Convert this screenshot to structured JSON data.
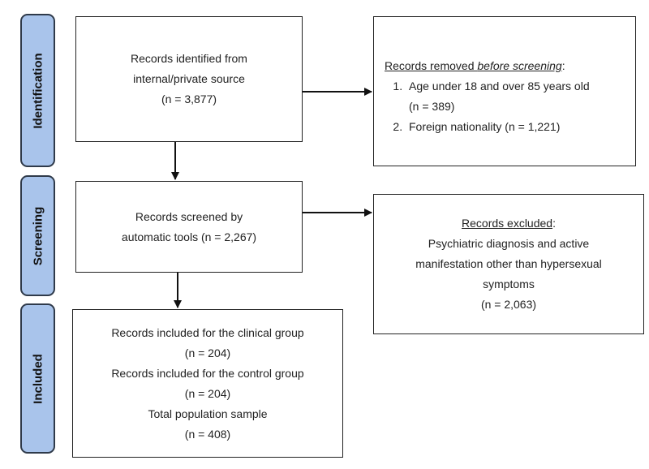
{
  "stages": {
    "identification": "Identification",
    "screening": "Screening",
    "included": "Included"
  },
  "identified": {
    "line1": "Records identified from",
    "line2": "internal/private source",
    "line3": "(n = 3,877)"
  },
  "removed": {
    "title_start": "Records removed ",
    "title_italic": "before screening",
    "title_end": ":",
    "item1_a": "Age under 18 and over 85 years old",
    "item1_b": "(n = 389)",
    "item2": "Foreign nationality (n = 1,221)"
  },
  "screened": {
    "line1": "Records screened by",
    "line2": "automatic tools (n = 2,267)"
  },
  "excluded": {
    "title": "Records excluded",
    "title_end": ":",
    "line1": "Psychiatric diagnosis and active",
    "line2": "manifestation other than hypersexual",
    "line3": "symptoms",
    "line4": "(n = 2,063)"
  },
  "included": {
    "line1": "Records included for the clinical group",
    "line2": "(n = 204)",
    "line3": "Records included for the control group",
    "line4": "(n = 204)",
    "line5": "Total population sample",
    "line6": "(n = 408)"
  }
}
